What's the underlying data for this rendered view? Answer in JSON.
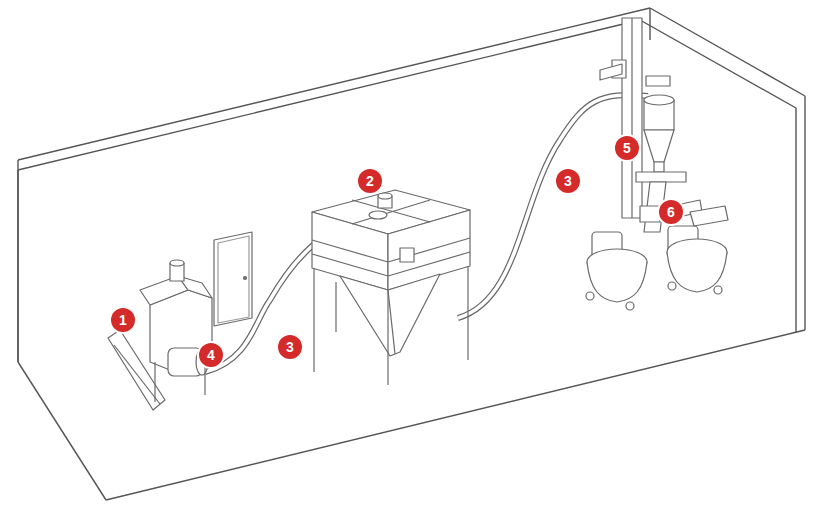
{
  "diagram": {
    "labels": [
      "1",
      "4",
      "3",
      "2",
      "3",
      "5",
      "6"
    ]
  }
}
